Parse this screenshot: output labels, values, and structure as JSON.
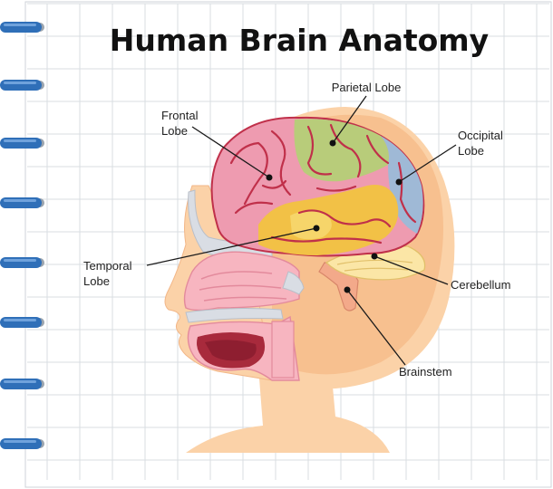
{
  "title": "Human Brain Anatomy",
  "labels": {
    "parietal": "Parietal Lobe",
    "frontal": [
      "Frontal",
      "Lobe"
    ],
    "occipital": [
      "Occipital",
      "Lobe"
    ],
    "temporal": [
      "Temporal",
      "Lobe"
    ],
    "cerebellum": "Cerebellum",
    "brainstem": "Brainstem"
  },
  "colors": {
    "paper": "#ffffff",
    "grid": "#d9dde2",
    "ring": "#2f6fb8",
    "skin": "#fbd2a8",
    "skin_dark": "#f6b985",
    "frontal": "#ee9bb0",
    "parietal": "#b8cc7a",
    "occipital": "#9fb9d6",
    "temporal": "#f2c146",
    "cerebellum": "#fbe6a6",
    "brainstem": "#f3a98a",
    "nasal": "#f7b5c0",
    "mouth": "#a82a3c"
  }
}
